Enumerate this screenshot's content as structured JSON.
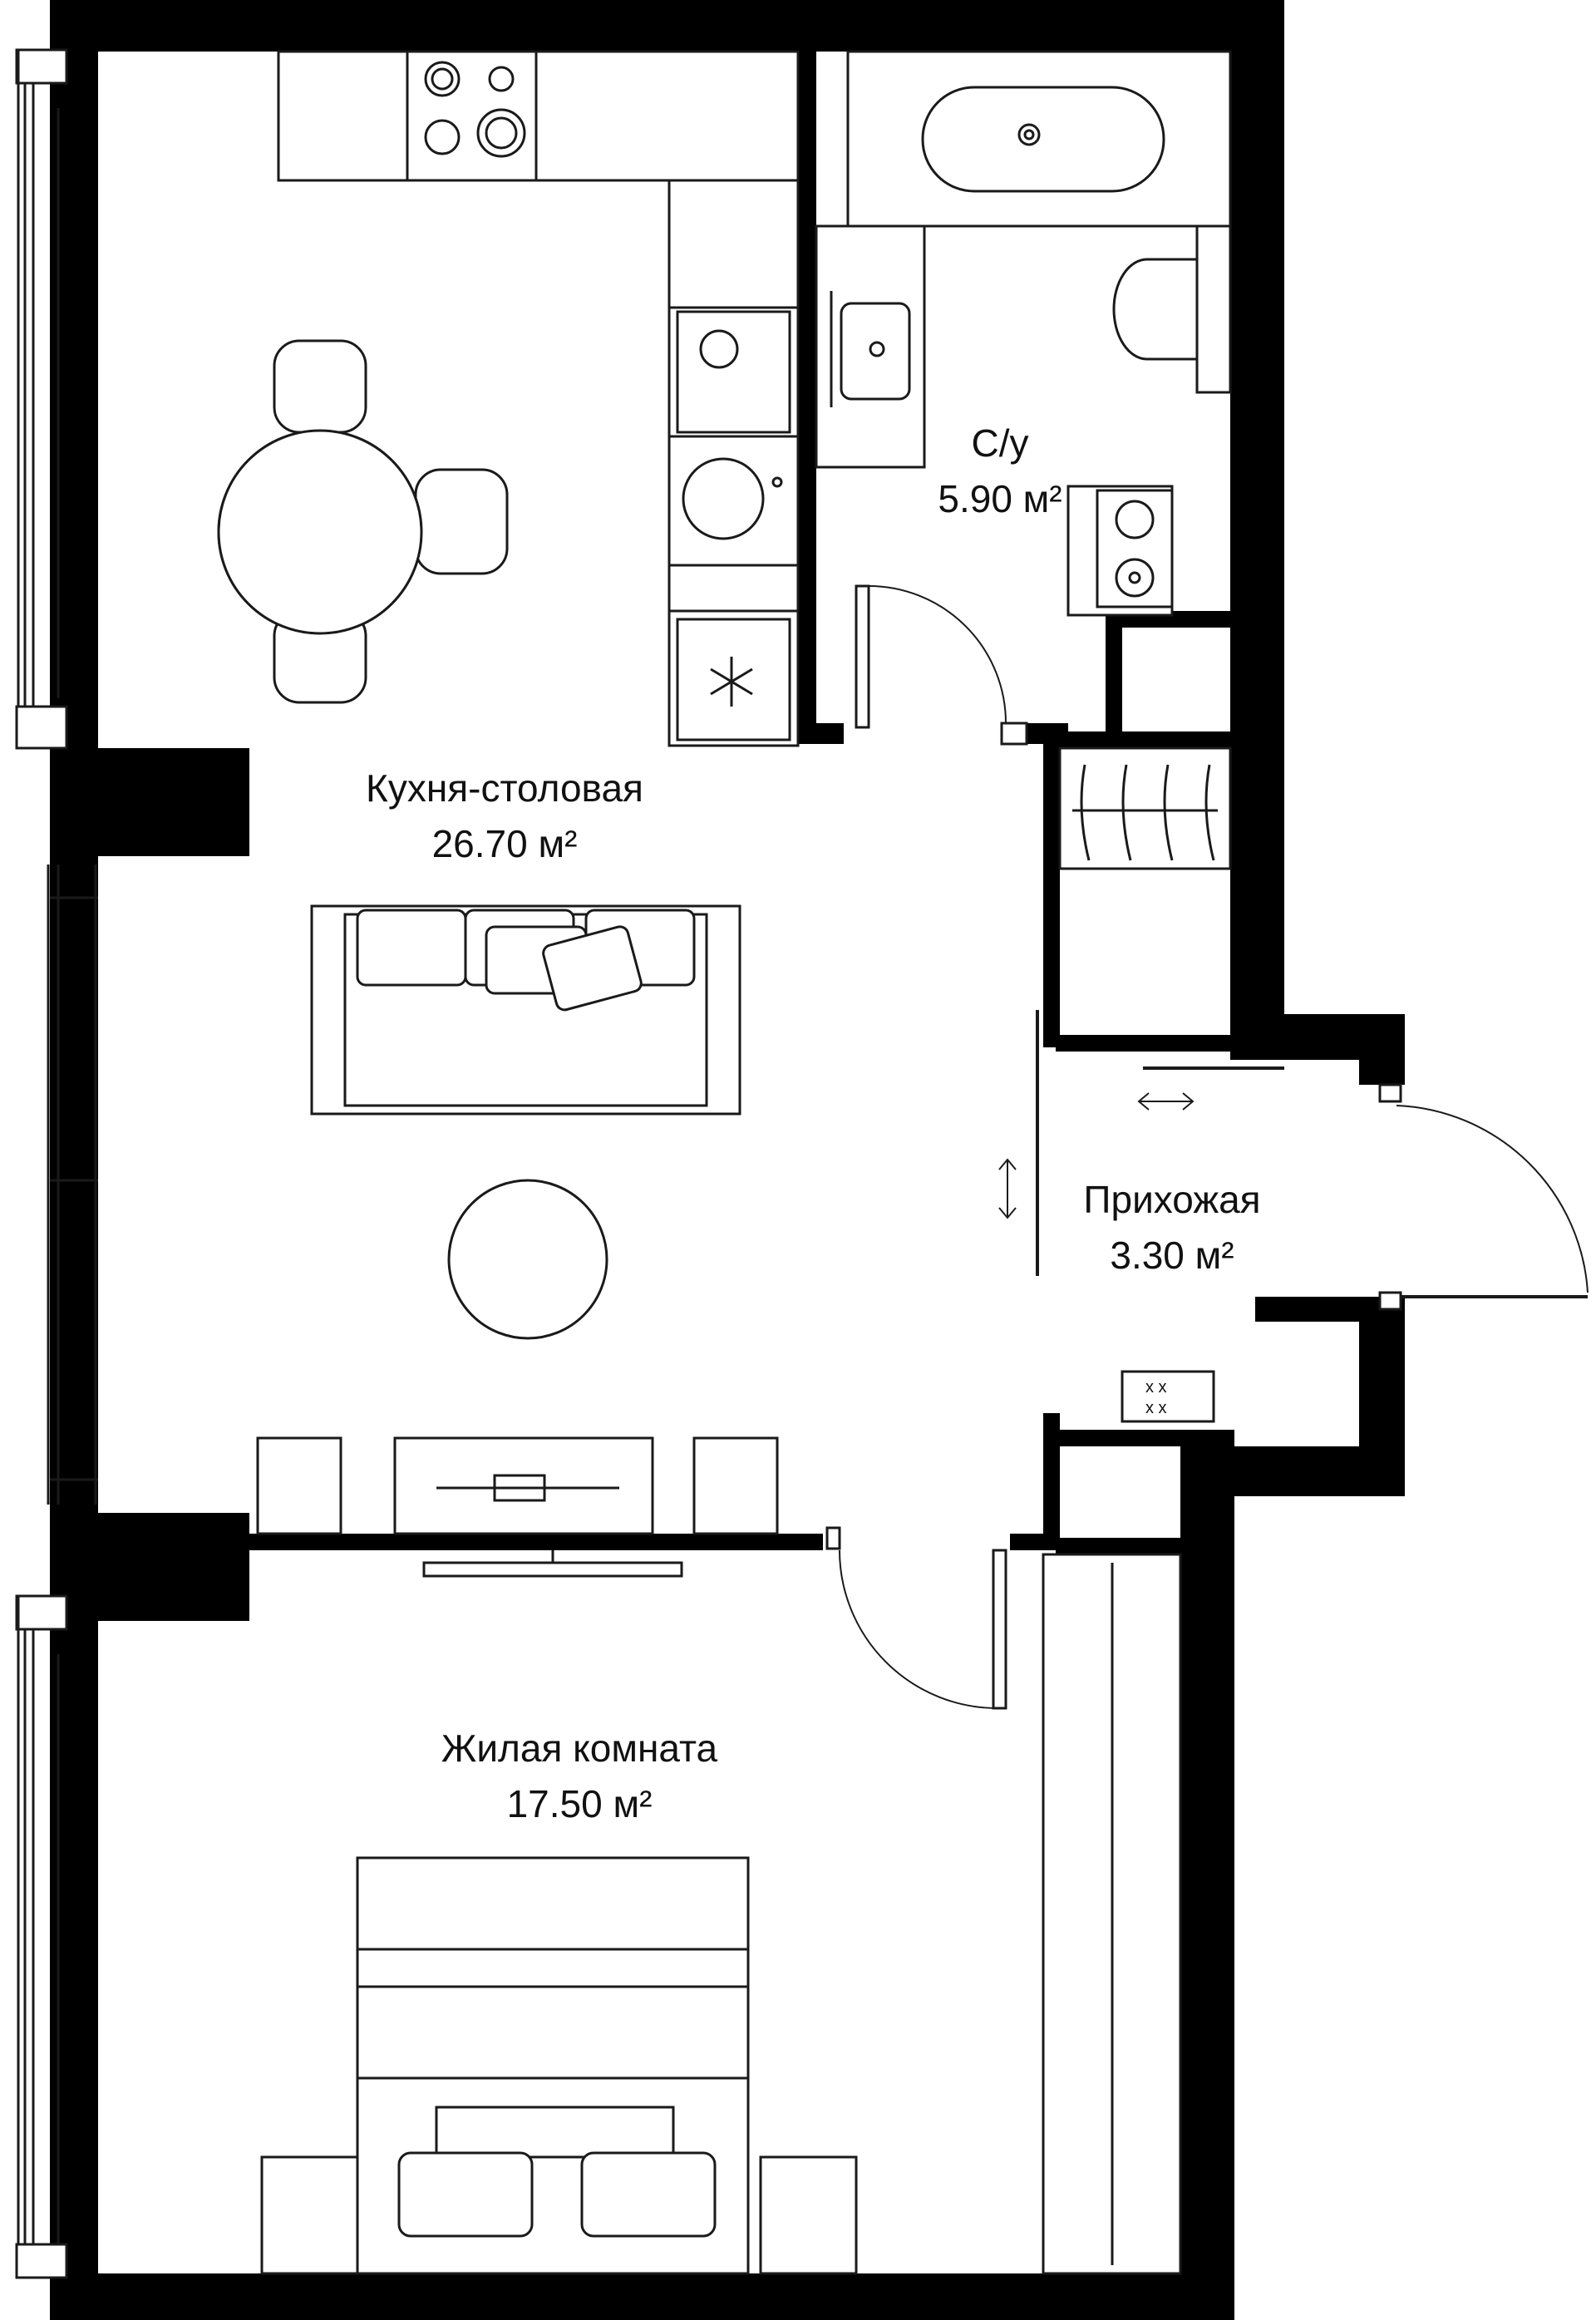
{
  "plan": {
    "colors": {
      "wall": "#000000",
      "line": "#1a1a1a",
      "furniture_fill": "#ffffff",
      "background": "#ffffff"
    },
    "rooms": [
      {
        "id": "kitchen",
        "name": "Кухня-столовая",
        "area": "26.70 м²"
      },
      {
        "id": "bathroom",
        "name": "С/у",
        "area": "5.90 м²"
      },
      {
        "id": "hallway",
        "name": "Прихожая",
        "area": "3.30 м²"
      },
      {
        "id": "living",
        "name": "Жилая комната",
        "area": "17.50 м²"
      }
    ],
    "symbols": {
      "freezer": "snowflake-icon",
      "washing_machine": "washer-icon",
      "dryer": "dryer-icon",
      "sliding_doors": "double-arrow-icon"
    }
  }
}
